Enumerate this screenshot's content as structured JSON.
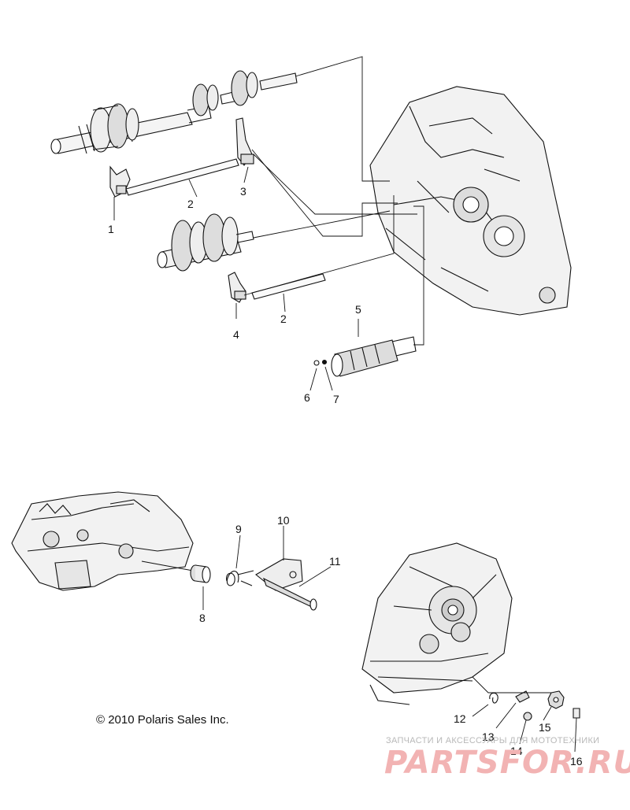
{
  "callouts": {
    "c1": "1",
    "c2a": "2",
    "c3": "3",
    "c2b": "2",
    "c4": "4",
    "c5": "5",
    "c6": "6",
    "c7": "7",
    "c8": "8",
    "c9": "9",
    "c10": "10",
    "c11": "11",
    "c12": "12",
    "c13": "13",
    "c14": "14",
    "c15": "15",
    "c16": "16"
  },
  "copyright": "© 2010 Polaris Sales Inc.",
  "watermark": {
    "tagline": "ЗАПЧАСТИ И АКСЕССУАРЫ ДЛЯ МОТОТЕХНИКИ",
    "brand": "PARTSFOR.RU"
  },
  "colors": {
    "ink": "#111111",
    "watermark": "#f2b3b3"
  }
}
